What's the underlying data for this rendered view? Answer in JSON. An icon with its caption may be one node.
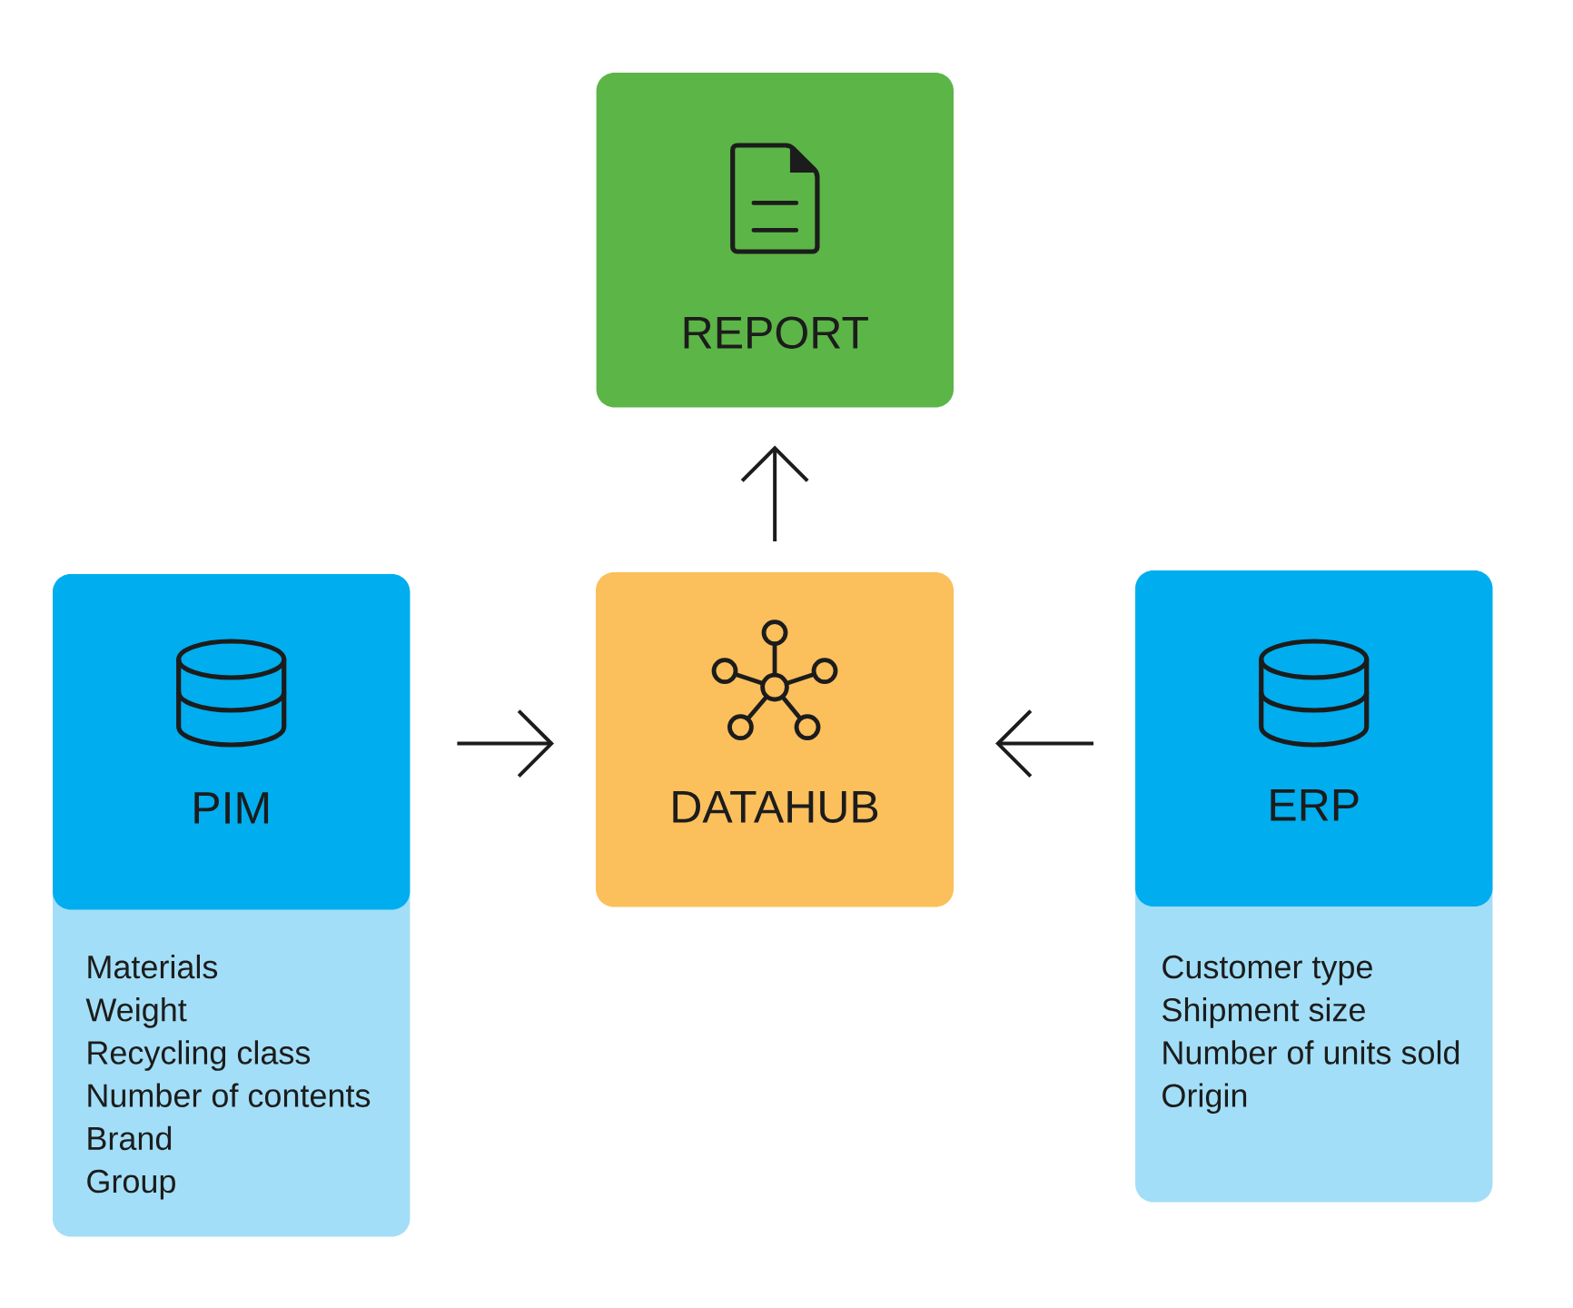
{
  "diagram": {
    "nodes": [
      {
        "text": [
          "REPORT"
        ]
      },
      {
        "text": [
          "PIM",
          "Materials",
          "Weight",
          "Recycling class",
          "Number of contents",
          "Brand",
          "Group"
        ]
      },
      {
        "text": [
          "DATAHUB"
        ]
      },
      {
        "text": [
          "ERP",
          "Customer type",
          "Shipment size",
          "Number of units sold",
          "Origin"
        ]
      }
    ],
    "edges": [
      {
        "from": 1,
        "to": 2,
        "arrow": "to"
      },
      {
        "from": 3,
        "to": 2,
        "arrow": "to"
      },
      {
        "from": 2,
        "to": 0,
        "arrow": "to"
      }
    ]
  }
}
